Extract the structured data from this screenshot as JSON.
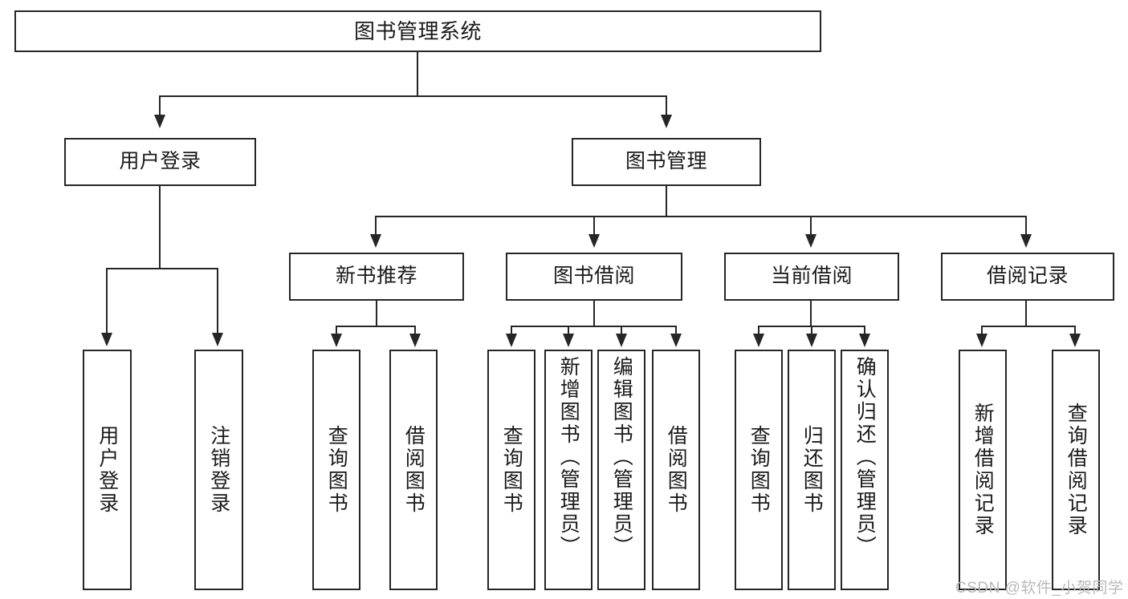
{
  "diagram": {
    "title": "图书管理系统",
    "type": "tree-hierarchy",
    "root": {
      "label": "图书管理系统"
    },
    "level1": [
      {
        "label": "用户登录"
      },
      {
        "label": "图书管理"
      }
    ],
    "level2": [
      {
        "label": "新书推荐"
      },
      {
        "label": "图书借阅"
      },
      {
        "label": "当前借阅"
      },
      {
        "label": "借阅记录"
      }
    ],
    "leaves": {
      "user_login": [
        {
          "label": "用户登录"
        },
        {
          "label": "注销登录"
        }
      ],
      "new_book_recommend": [
        {
          "label": "查询图书"
        },
        {
          "label": "借阅图书"
        }
      ],
      "book_borrow": [
        {
          "label": "查询图书"
        },
        {
          "label": "新增图书（管理员）"
        },
        {
          "label": "编辑图书（管理员）"
        },
        {
          "label": "借阅图书"
        }
      ],
      "current_borrow": [
        {
          "label": "查询图书"
        },
        {
          "label": "归还图书"
        },
        {
          "label": "确认归还（管理员）"
        }
      ],
      "borrow_record": [
        {
          "label": "新增借阅记录"
        },
        {
          "label": "查询借阅记录"
        }
      ]
    }
  },
  "watermark": {
    "text": "CSDN @软件_小贺同学"
  },
  "colors": {
    "border": "#262626",
    "text": "#1a1a1a",
    "background": "#ffffff",
    "watermark": "#b9b9b9"
  }
}
